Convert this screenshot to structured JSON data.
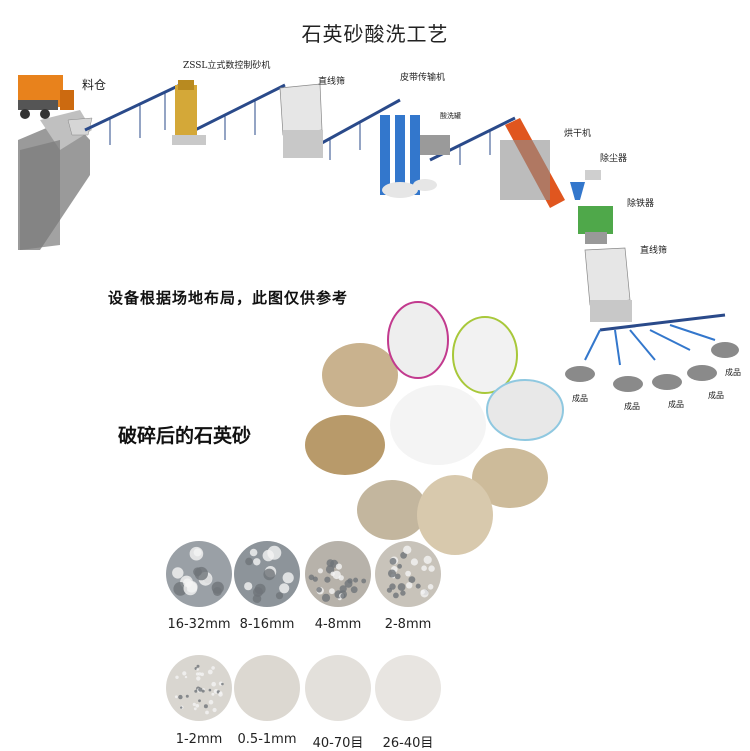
{
  "title": "石英砂酸洗工艺",
  "equipment": {
    "hopper": "料仓",
    "sand_maker": "ZSSL立式数控制砂机",
    "screen1": "直线筛",
    "belt_conveyor": "皮带传输机",
    "acid_tank": "酸洗罐",
    "dryer": "烘干机",
    "dust_collector": "除尘器",
    "iron_remover": "除铁器",
    "screen2": "直线筛"
  },
  "output_label": "成品",
  "layout_note": "设备根据场地布局，此图仅供参考",
  "crushed_label": "破碎后的石英砂",
  "gradings": [
    {
      "label": "16-32mm",
      "color": "#9aa0a6",
      "kind": "coarse"
    },
    {
      "label": "8-16mm",
      "color": "#8d949a",
      "kind": "coarse"
    },
    {
      "label": "4-8mm",
      "color": "#b7b2aa",
      "kind": "medium"
    },
    {
      "label": "2-8mm",
      "color": "#c8c3ba",
      "kind": "medium"
    },
    {
      "label": "1-2mm",
      "color": "#d9d6d0",
      "kind": "fine"
    },
    {
      "label": "0.5-1mm",
      "color": "#dcd8d1",
      "kind": "finer"
    },
    {
      "label": "40-70目",
      "color": "#e3e0db",
      "kind": "powder"
    },
    {
      "label": "26-40目",
      "color": "#e8e5e1",
      "kind": "powder"
    }
  ],
  "colors": {
    "belt": "#2a4a8a",
    "frame": "#3377cc",
    "dryer": "#e0561f",
    "iron_remover": "#4fa84a",
    "truck": "#e8821c",
    "machine_gold": "#d4a838"
  }
}
